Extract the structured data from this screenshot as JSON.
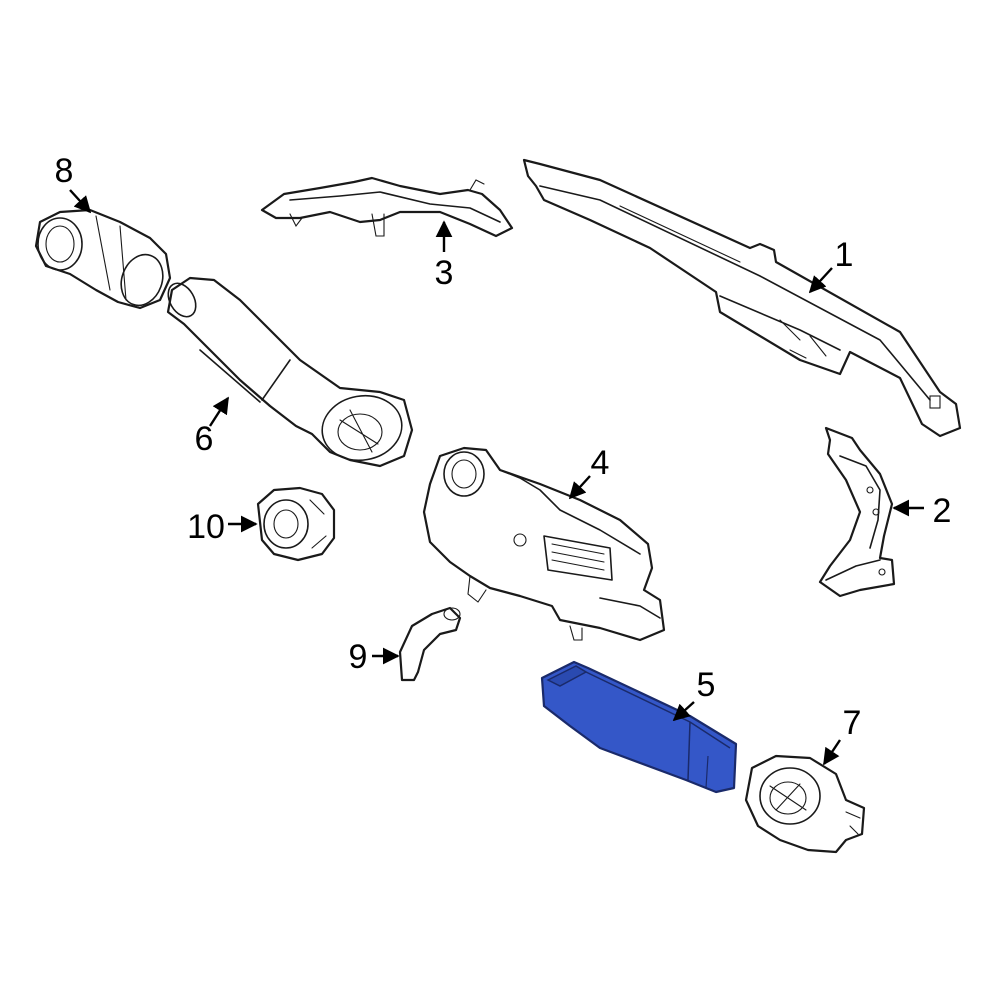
{
  "diagram": {
    "highlight_color": "#3457c8",
    "highlighted_part": "5",
    "callouts": {
      "c1": "1",
      "c2": "2",
      "c3": "3",
      "c4": "4",
      "c5": "5",
      "c6": "6",
      "c7": "7",
      "c8": "8",
      "c9": "9",
      "c10": "10"
    }
  }
}
